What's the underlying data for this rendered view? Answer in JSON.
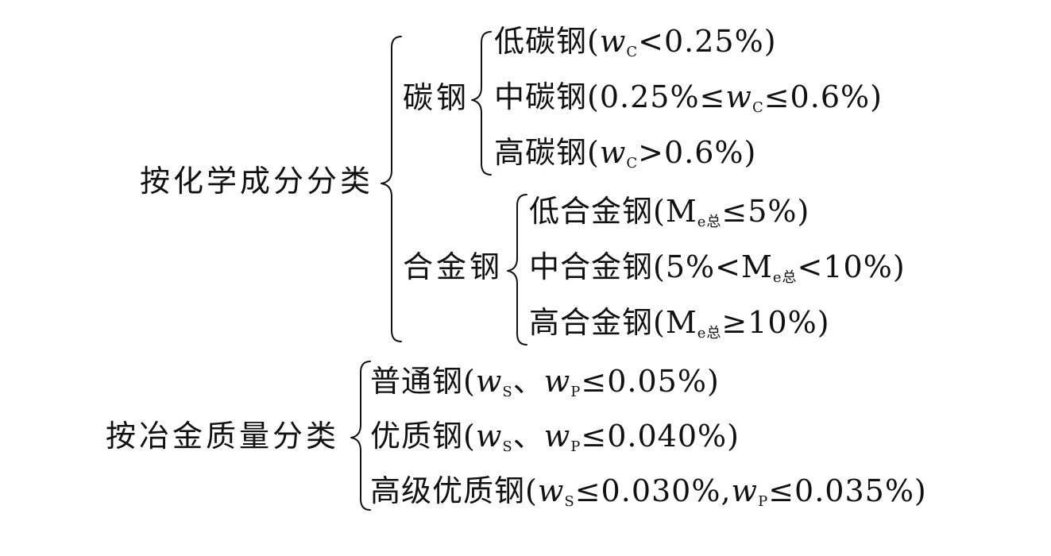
{
  "by_chemical": {
    "label": "按化学成分分类",
    "carbon_steel": {
      "label": "碳钢",
      "items": [
        {
          "name": "低碳钢",
          "parts": [
            "(",
            "w",
            "C",
            "<0.25%)"
          ]
        },
        {
          "name": "中碳钢",
          "parts": [
            "(0.25%≤",
            "w",
            "C",
            "≤0.6%)"
          ]
        },
        {
          "name": "高碳钢",
          "parts": [
            "(",
            "w",
            "C",
            ">0.6%)"
          ]
        }
      ]
    },
    "alloy_steel": {
      "label": "合金钢",
      "items": [
        {
          "name": "低合金钢",
          "parts": [
            "(M",
            "e总",
            "≤5%)"
          ]
        },
        {
          "name": "中合金钢",
          "parts": [
            "(5%<M",
            "e总",
            "<10%)"
          ]
        },
        {
          "name": "高合金钢",
          "parts": [
            "(M",
            "e总",
            "≥10%)"
          ]
        }
      ]
    }
  },
  "by_quality": {
    "label": "按冶金质量分类",
    "items": [
      {
        "name": "普通钢",
        "parts": [
          "(",
          "w",
          "S",
          "、",
          "w",
          "P",
          "≤0.05%)"
        ]
      },
      {
        "name": "优质钢",
        "parts": [
          "(",
          "w",
          "S",
          "、",
          "w",
          "P",
          "≤0.040%)"
        ]
      },
      {
        "name": "高级优质钢",
        "parts": [
          "(",
          "w",
          "S",
          "≤0.030%,",
          "w",
          "P",
          "≤0.035%)"
        ]
      }
    ]
  }
}
